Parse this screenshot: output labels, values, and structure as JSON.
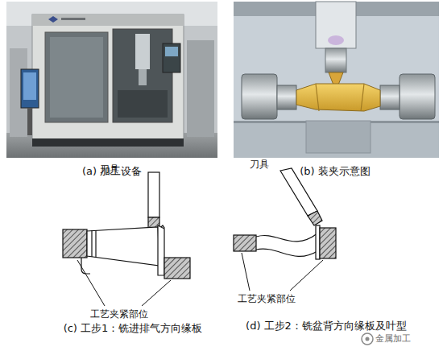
{
  "diagram": {
    "labels": [
      "(a) 加工设备",
      "(b) 装夹示意图",
      "刀具",
      "刀具",
      "工艺夹紧部位",
      "工艺夹紧部位",
      "(c) 工步1：铣进排气方向缘板",
      "(d) 工步2：铣盆背方向缘板及叶型",
      "金属加工"
    ]
  }
}
